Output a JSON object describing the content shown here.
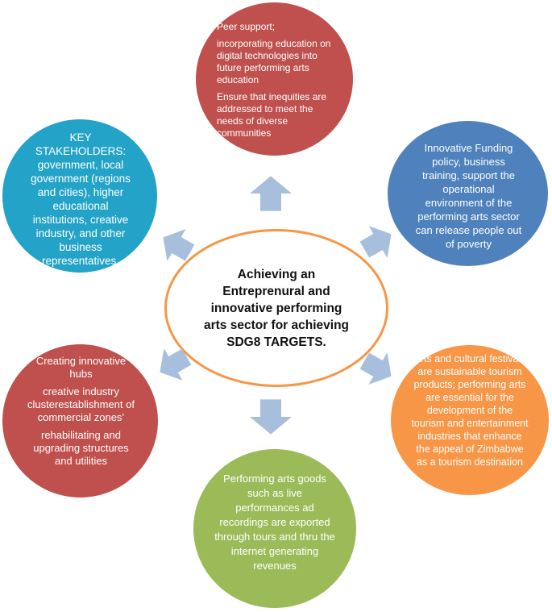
{
  "center": {
    "text": "Achieving an Entreprenural and innovative performing arts sector for achieving SDG8 TARGETS."
  },
  "nodes": {
    "top": {
      "color": "#c0504d",
      "paragraphs": [
        "Peer support;",
        "incorporating education on digital technologies into future performing arts education",
        "Ensure that inequities are addressed to meet the needs of diverse communities"
      ]
    },
    "upper_right": {
      "color": "#4f81bd",
      "text": "Innovative Funding policy,   business training,  support  the operational environment of the performing arts sector can release people out of poverty"
    },
    "lower_right": {
      "color": "#f79646",
      "text": "Arts and cultural festivals are sustainable tourism products; performing arts are essential for the development of the tourism and entertainment industries that enhance the appeal of Zimbabwe as a tourism destination"
    },
    "bottom": {
      "color": "#9bbb59",
      "text": "Performing arts goods such as live performances ad recordings are exported through tours and thru the internet generating revenues"
    },
    "lower_left": {
      "color": "#c0504d",
      "paragraphs": [
        "Creating innovative hubs",
        "creative industry clusterestablishment of commercial zones’",
        "rehabilitating and upgrading structures and utilities"
      ]
    },
    "upper_left": {
      "color": "#23a3c7",
      "text": "KEY STAKEHOLDERS: government, local government (regions and cities), higher educational institutions, creative industry, and other business representatives."
    }
  },
  "colors": {
    "center_border": "#f79646",
    "arrow": "#a7bfdc"
  }
}
